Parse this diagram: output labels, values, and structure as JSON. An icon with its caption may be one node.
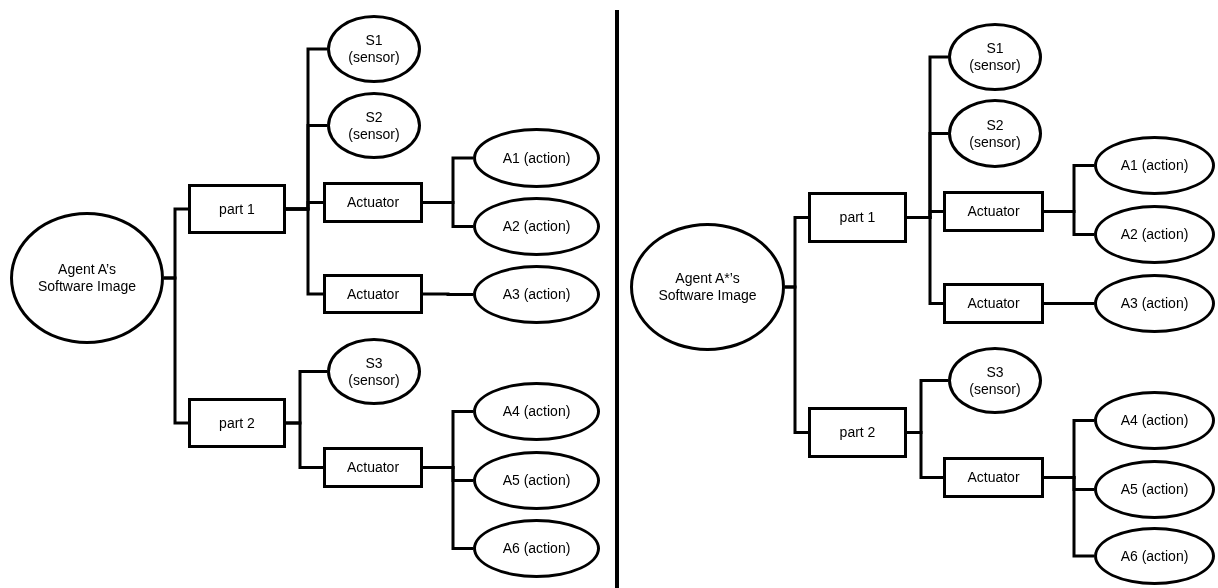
{
  "diagram": {
    "nodes": [
      {
        "text": [
          "Agent A’s Software Image"
        ]
      },
      {
        "text": [
          "part 1"
        ]
      },
      {
        "text": [
          "S1 (sensor)"
        ]
      },
      {
        "text": [
          "S2 (sensor)"
        ]
      },
      {
        "text": [
          "Actuator"
        ]
      },
      {
        "text": [
          "A1 (action)"
        ]
      },
      {
        "text": [
          "A2 (action)"
        ]
      },
      {
        "text": [
          "Actuator"
        ]
      },
      {
        "text": [
          "A3 (action)"
        ]
      },
      {
        "text": [
          "part 2"
        ]
      },
      {
        "text": [
          "S3 (sensor)"
        ]
      },
      {
        "text": [
          "Actuator"
        ]
      },
      {
        "text": [
          "A4 (action)"
        ]
      },
      {
        "text": [
          "A5 (action)"
        ]
      },
      {
        "text": [
          "A6 (action)"
        ]
      },
      {
        "text": [
          "Agent A*’s Software Image"
        ]
      },
      {
        "text": [
          "part 1"
        ]
      },
      {
        "text": [
          "S1 (sensor)"
        ]
      },
      {
        "text": [
          "S2 (sensor)"
        ]
      },
      {
        "text": [
          "Actuator"
        ]
      },
      {
        "text": [
          "A1 (action)"
        ]
      },
      {
        "text": [
          "A2 (action)"
        ]
      },
      {
        "text": [
          "Actuator"
        ]
      },
      {
        "text": [
          "A3 (action)"
        ]
      },
      {
        "text": [
          "part 2"
        ]
      },
      {
        "text": [
          "S3 (sensor)"
        ]
      },
      {
        "text": [
          "Actuator"
        ]
      },
      {
        "text": [
          "A4 (action)"
        ]
      },
      {
        "text": [
          "A5 (action)"
        ]
      },
      {
        "text": [
          "A6 (action)"
        ]
      }
    ],
    "edges": [
      {
        "from": 0,
        "to": 1,
        "arrow": "none"
      },
      {
        "from": 0,
        "to": 9,
        "arrow": "none"
      },
      {
        "from": 1,
        "to": 2,
        "arrow": "none"
      },
      {
        "from": 1,
        "to": 3,
        "arrow": "none"
      },
      {
        "from": 1,
        "to": 4,
        "arrow": "none"
      },
      {
        "from": 1,
        "to": 7,
        "arrow": "none"
      },
      {
        "from": 4,
        "to": 5,
        "arrow": "none"
      },
      {
        "from": 4,
        "to": 6,
        "arrow": "none"
      },
      {
        "from": 7,
        "to": 8,
        "arrow": "none"
      },
      {
        "from": 9,
        "to": 10,
        "arrow": "none"
      },
      {
        "from": 9,
        "to": 11,
        "arrow": "none"
      },
      {
        "from": 11,
        "to": 12,
        "arrow": "none"
      },
      {
        "from": 11,
        "to": 13,
        "arrow": "none"
      },
      {
        "from": 11,
        "to": 14,
        "arrow": "none"
      },
      {
        "from": 15,
        "to": 16,
        "arrow": "none"
      },
      {
        "from": 15,
        "to": 24,
        "arrow": "none"
      },
      {
        "from": 16,
        "to": 17,
        "arrow": "none"
      },
      {
        "from": 16,
        "to": 18,
        "arrow": "none"
      },
      {
        "from": 16,
        "to": 19,
        "arrow": "none"
      },
      {
        "from": 16,
        "to": 22,
        "arrow": "none"
      },
      {
        "from": 19,
        "to": 20,
        "arrow": "none"
      },
      {
        "from": 19,
        "to": 21,
        "arrow": "none"
      },
      {
        "from": 22,
        "to": 23,
        "arrow": "none"
      },
      {
        "from": 24,
        "to": 25,
        "arrow": "none"
      },
      {
        "from": 24,
        "to": 26,
        "arrow": "none"
      },
      {
        "from": 26,
        "to": 27,
        "arrow": "none"
      },
      {
        "from": 26,
        "to": 28,
        "arrow": "none"
      },
      {
        "from": 26,
        "to": 29,
        "arrow": "none"
      }
    ]
  }
}
